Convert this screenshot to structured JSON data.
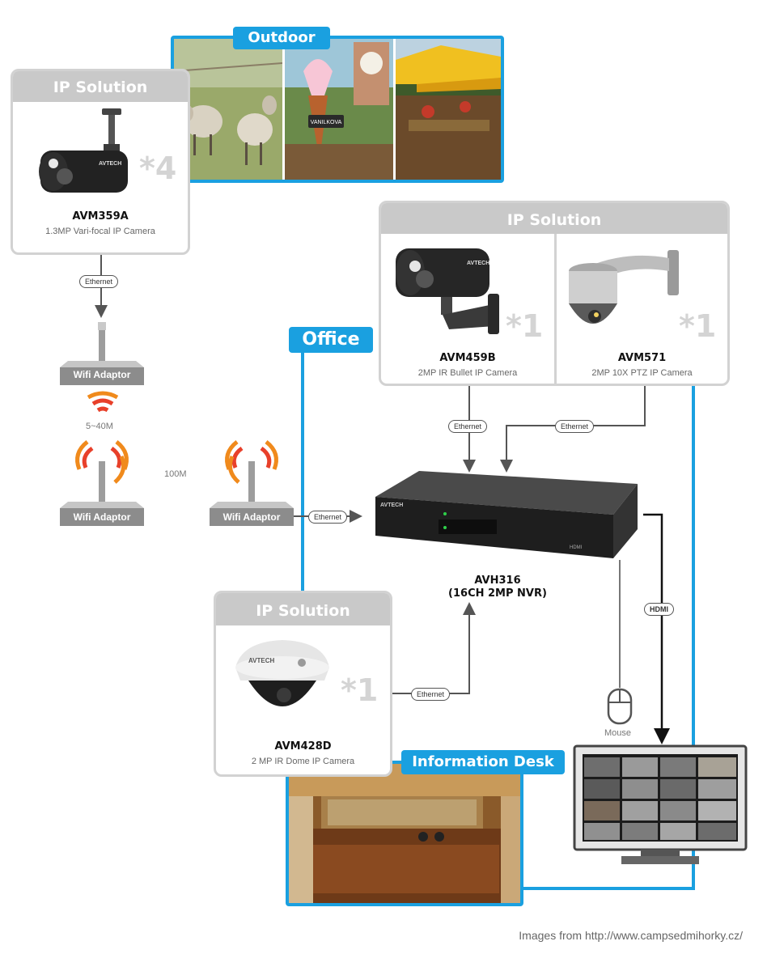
{
  "outdoor": {
    "title": "Outdoor"
  },
  "office": {
    "title": "Office"
  },
  "info_desk": {
    "title": "Information Desk"
  },
  "cards": {
    "top_left": {
      "heading": "IP Solution",
      "multiplier": "*4",
      "model": "AVM359A",
      "desc": "1.3MP Vari-focal IP Camera",
      "brand": "AVTECH"
    },
    "top_right": {
      "heading": "IP Solution",
      "left": {
        "multiplier": "*1",
        "model": "AVM459B",
        "desc": "2MP IR Bullet IP Camera",
        "brand": "AVTECH"
      },
      "right": {
        "multiplier": "*1",
        "model": "AVM571",
        "desc": "2MP 10X PTZ IP Camera"
      }
    },
    "bottom": {
      "heading": "IP Solution",
      "multiplier": "*1",
      "model": "AVM428D",
      "desc": "2 MP IR Dome IP Camera",
      "brand": "AVTECH"
    }
  },
  "labels": {
    "ethernet": "Ethernet",
    "hdmi": "HDMI",
    "wifi_adaptor": "Wifi Adaptor",
    "range_5_40": "5~40M",
    "range_100": "100M",
    "mouse": "Mouse"
  },
  "nvr": {
    "model": "AVH316",
    "desc": "(16CH 2MP NVR)",
    "brand": "AVTECH",
    "badge": "HDMI"
  },
  "signs": {
    "ice_cream": "VANILKOVA"
  },
  "footer": {
    "credit": "Images from http://www.campsedmihorky.cz/"
  },
  "colors": {
    "accent_blue": "#1aa0e0",
    "card_grey": "#c9c9c9",
    "wifi_red": "#e8402a",
    "wifi_orange": "#f08a1c"
  }
}
